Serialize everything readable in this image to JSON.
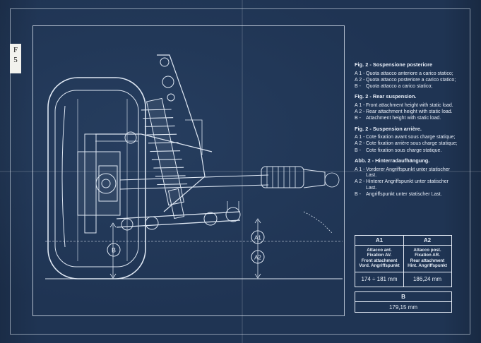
{
  "sheet_id": [
    "F",
    "5"
  ],
  "callouts": {
    "a1": "A1",
    "a2": "A2",
    "b": "B"
  },
  "legend": [
    {
      "title": "Fig. 2 - Sospensione posteriore",
      "rows": [
        {
          "key": "A 1 -",
          "text": "Quota attacco anteriore a carico statico;"
        },
        {
          "key": "A 2 -",
          "text": "Quota attacco posteriore a carico statico;"
        },
        {
          "key": "B -",
          "text": "Quota attacco a carico statico;"
        }
      ]
    },
    {
      "title": "Fig. 2 - Rear suspension.",
      "rows": [
        {
          "key": "A 1 -",
          "text": "Front attachment height with static load."
        },
        {
          "key": "A 2 -",
          "text": "Rear attachment height with static load."
        },
        {
          "key": "B -",
          "text": "Attachment height with static load."
        }
      ]
    },
    {
      "title": "Fig. 2 - Suspension arrière.",
      "rows": [
        {
          "key": "A 1 -",
          "text": "Cote fixation avant sous charge statique;"
        },
        {
          "key": "A 2 -",
          "text": "Cote fixation arrière sous charge statique;"
        },
        {
          "key": "B -",
          "text": "Cote fixation sous charge statique."
        }
      ]
    },
    {
      "title": "Abb. 2 - Hinterradaufhängung.",
      "rows": [
        {
          "key": "A 1 -",
          "text": "Vorderer Angriffspunkt unter statischer Last."
        },
        {
          "key": "A 2 -",
          "text": "Hinterer Angriffspunkt unter statischer Last."
        },
        {
          "key": "B -",
          "text": "Angriffspunkt unter statischer Last."
        }
      ]
    }
  ],
  "table": {
    "a1": {
      "header": "A1",
      "lines": [
        "Attacco ant.",
        "Fixation AV.",
        "Front attachment",
        "Vord. Angriffspunkt"
      ],
      "value": "174 ÷ 181  mm"
    },
    "a2": {
      "header": "A2",
      "lines": [
        "Attacco post.",
        "Fixation AR.",
        "Rear attachment",
        "Hint. Angriffspunkt"
      ],
      "value": "186,24 mm"
    },
    "b": {
      "header": "B",
      "value": "179,15 mm"
    }
  }
}
